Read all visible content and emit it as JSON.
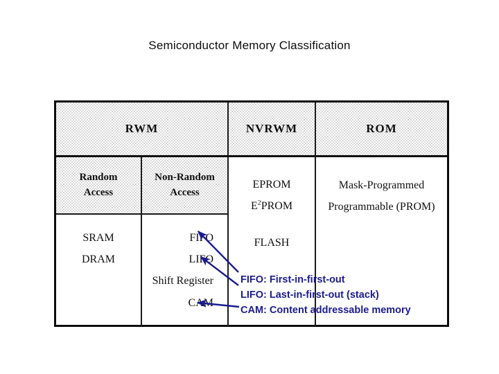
{
  "page": {
    "title": "Semiconductor Memory Classification"
  },
  "table": {
    "header_row": [
      {
        "label": "RWM"
      },
      {
        "label": "NVRWM"
      },
      {
        "label": "ROM"
      }
    ],
    "subheader_row": [
      {
        "label_line1": "Random",
        "label_line2": "Access"
      },
      {
        "label_line1": "Non-Random",
        "label_line2": "Access"
      }
    ],
    "nvrwm_items_row2": [
      "EPROM",
      "E2PROM"
    ],
    "nvrwm_e2prom": {
      "base_before": "E",
      "superscript": "2",
      "base_after": "PROM"
    },
    "rom_items": [
      "Mask-Programmed",
      "Programmable (PROM)"
    ],
    "random_access_items": [
      "SRAM",
      "DRAM"
    ],
    "non_random_access_items": [
      "FIFO",
      "LIFO",
      "Shift Register",
      "CAM"
    ],
    "nvrwm_items_row3": [
      "FLASH"
    ]
  },
  "legend": {
    "lines": [
      "FIFO: First-in-first-out",
      "LIFO: Last-in-first-out (stack)",
      "CAM: Content addressable memory"
    ],
    "color": "#1b1b8e"
  },
  "colors": {
    "shaded_cell": "#d8d8d8",
    "border": "#0c0c0c",
    "text": "#101010",
    "annotation": "#1b1b8e"
  }
}
